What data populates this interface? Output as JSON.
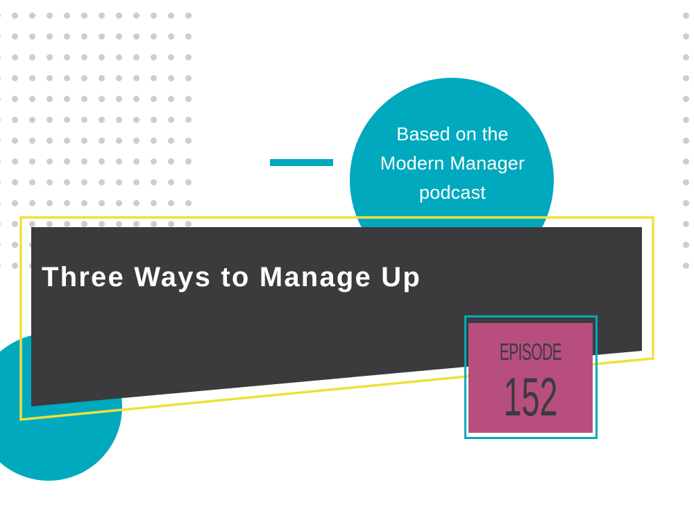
{
  "graphic": {
    "title": "Three Ways to Manage Up",
    "subtitle_lines": [
      "Based on the",
      "Modern Manager",
      "podcast"
    ],
    "episode": {
      "label": "EPISODE",
      "number": "152"
    }
  },
  "colors": {
    "teal": "#00a9be",
    "yellow": "#f0e03a",
    "pink": "#b84e80",
    "dark": "#3b3b3d",
    "dots": "#cdcdcd",
    "background": "#ffffff"
  },
  "decorations": {
    "dot_grid_left": {
      "columns": 11,
      "rows": 13
    },
    "dot_column_right": {
      "rows": 13
    }
  }
}
